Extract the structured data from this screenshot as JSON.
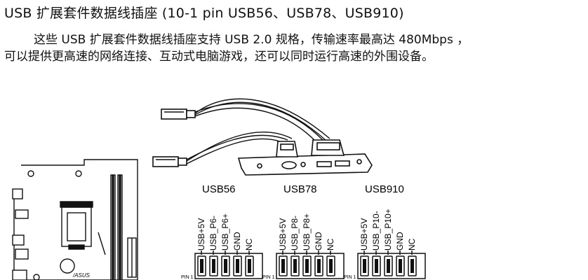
{
  "title": "USB 扩展套件数据线插座 (10-1 pin USB56、USB78、USB910)",
  "paragraph": {
    "line1": "这些 USB 扩展套件数据线插座支持 USB 2.0 规格，传输速率最高达 480Mbps ，",
    "line2": "可以提供更高速的网络连接、互动式电脑游戏，还可以同时运行高速的外围设备。"
  },
  "headers": [
    {
      "name": "USB56",
      "pins": [
        "USB+5V",
        "USB_P6-",
        "USB_P6+",
        "GND",
        "NC"
      ],
      "pin1_label": "PIN 1"
    },
    {
      "name": "USB78",
      "pins": [
        "USB+5V",
        "USB_P8-",
        "USB_P8+",
        "GND",
        "NC"
      ],
      "pin1_label": "PIN 1"
    },
    {
      "name": "USB910",
      "pins": [
        "USB+5V",
        "USB_P10-",
        "USB_P10+",
        "GND",
        "NC"
      ],
      "pin1_label": "PIN 1"
    }
  ],
  "board_logo": "/ASUS"
}
